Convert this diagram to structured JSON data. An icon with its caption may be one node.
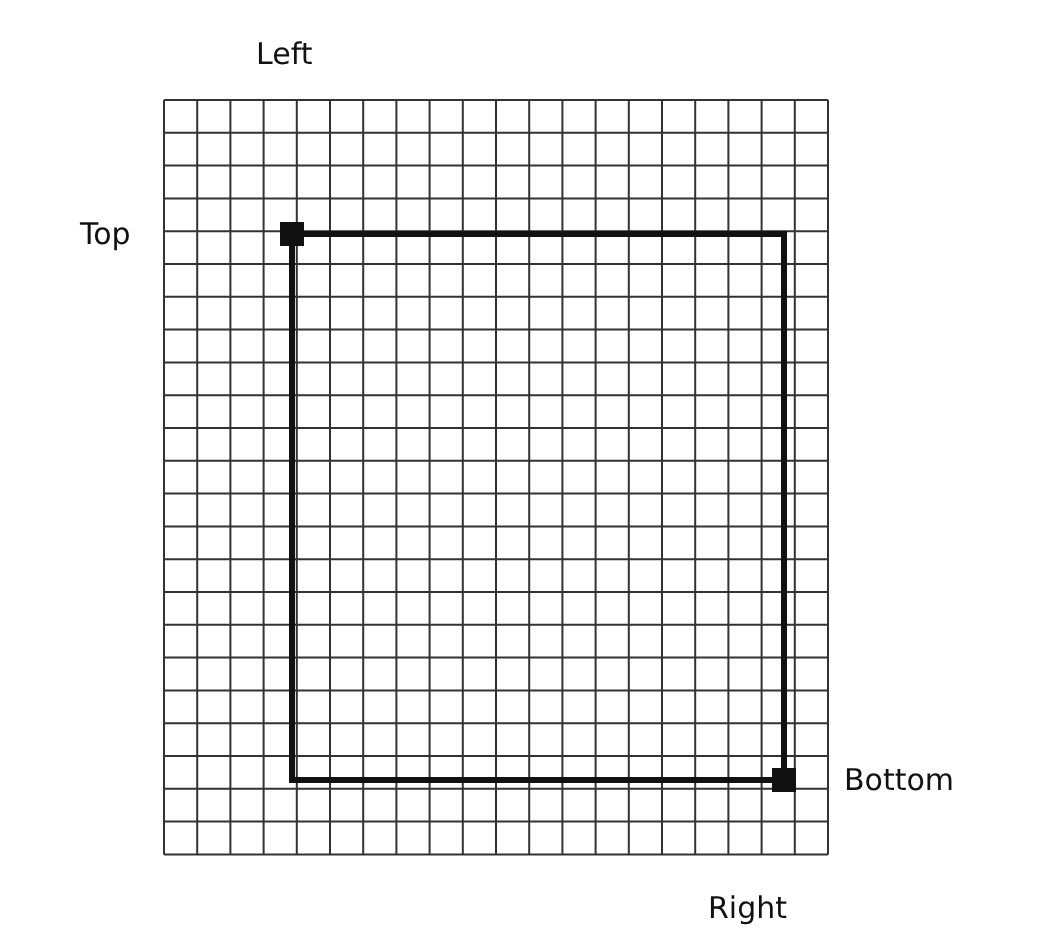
{
  "diagram": {
    "labels": [
      "Left",
      "Top",
      "Bottom",
      "Right"
    ]
  }
}
